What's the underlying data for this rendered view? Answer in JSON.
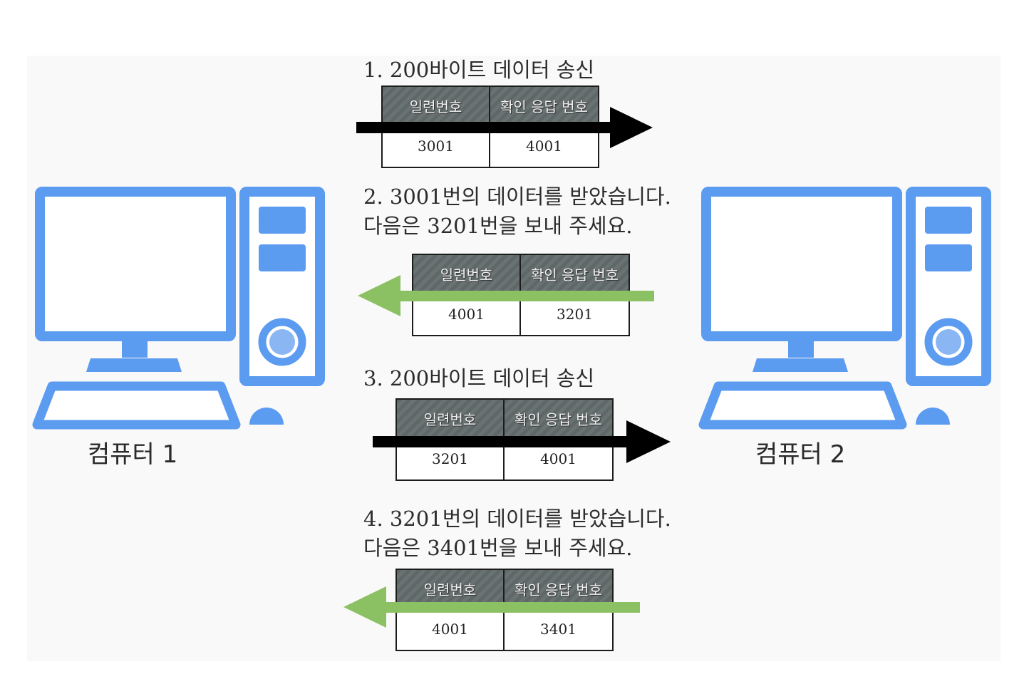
{
  "colors": {
    "computer_blue": "#5b9bf0",
    "computer_fill": "#ffffff",
    "send_arrow": "#000000",
    "ack_arrow": "#8bc162",
    "packet_header": "#606868"
  },
  "computers": [
    {
      "label": "컴퓨터 1"
    },
    {
      "label": "컴퓨터 2"
    }
  ],
  "steps": [
    {
      "lines": [
        "1. 200바이트 데이터 송신"
      ],
      "direction": "right",
      "arrow_color": "#000000",
      "packet": {
        "header_seq": "일련번호",
        "header_ack": "확인 응답 번호",
        "seq": "3001",
        "ack": "4001"
      }
    },
    {
      "lines": [
        "2. 3001번의 데이터를 받았습니다.",
        "다음은 3201번을 보내 주세요."
      ],
      "direction": "left",
      "arrow_color": "#8bc162",
      "packet": {
        "header_seq": "일련번호",
        "header_ack": "확인 응답 번호",
        "seq": "4001",
        "ack": "3201"
      }
    },
    {
      "lines": [
        "3. 200바이트 데이터 송신"
      ],
      "direction": "right",
      "arrow_color": "#000000",
      "packet": {
        "header_seq": "일련번호",
        "header_ack": "확인 응답 번호",
        "seq": "3201",
        "ack": "4001"
      }
    },
    {
      "lines": [
        "4. 3201번의 데이터를 받았습니다.",
        "다음은 3401번을 보내 주세요."
      ],
      "direction": "left",
      "arrow_color": "#8bc162",
      "packet": {
        "header_seq": "일련번호",
        "header_ack": "확인 응답 번호",
        "seq": "4001",
        "ack": "3401"
      }
    }
  ]
}
